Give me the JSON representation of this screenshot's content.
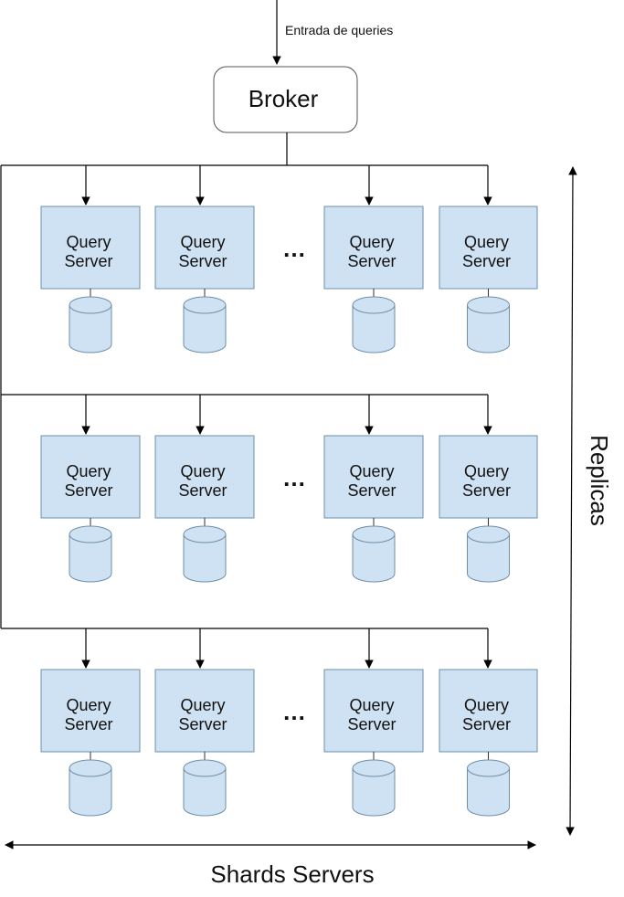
{
  "input_label": "Entrada de queries",
  "broker_label": "Broker",
  "server_line1": "Query",
  "server_line2": "Server",
  "ellipsis": "…",
  "replicas_label": "Replicas",
  "shards_label": "Shards Servers",
  "replica_rows": 3,
  "servers_per_row": 4,
  "colors": {
    "server_fill": "#cfe2f3",
    "server_stroke": "#6e8fa8",
    "line": "#000000",
    "broker_fill": "#ffffff"
  }
}
